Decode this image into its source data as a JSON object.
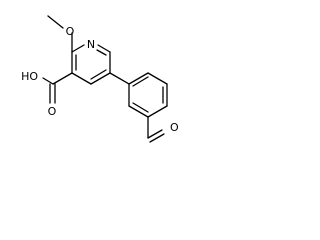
{
  "structure": {
    "atoms": {
      "ring_nitrogen": "N",
      "methoxy_oxygen": "O",
      "carbonyl_oxygen": "O",
      "hydroxyl": "HO",
      "aldehyde_oxygen": "O"
    }
  },
  "colors": {
    "bond": "#000000",
    "label": "#000000",
    "background": "#ffffff"
  }
}
